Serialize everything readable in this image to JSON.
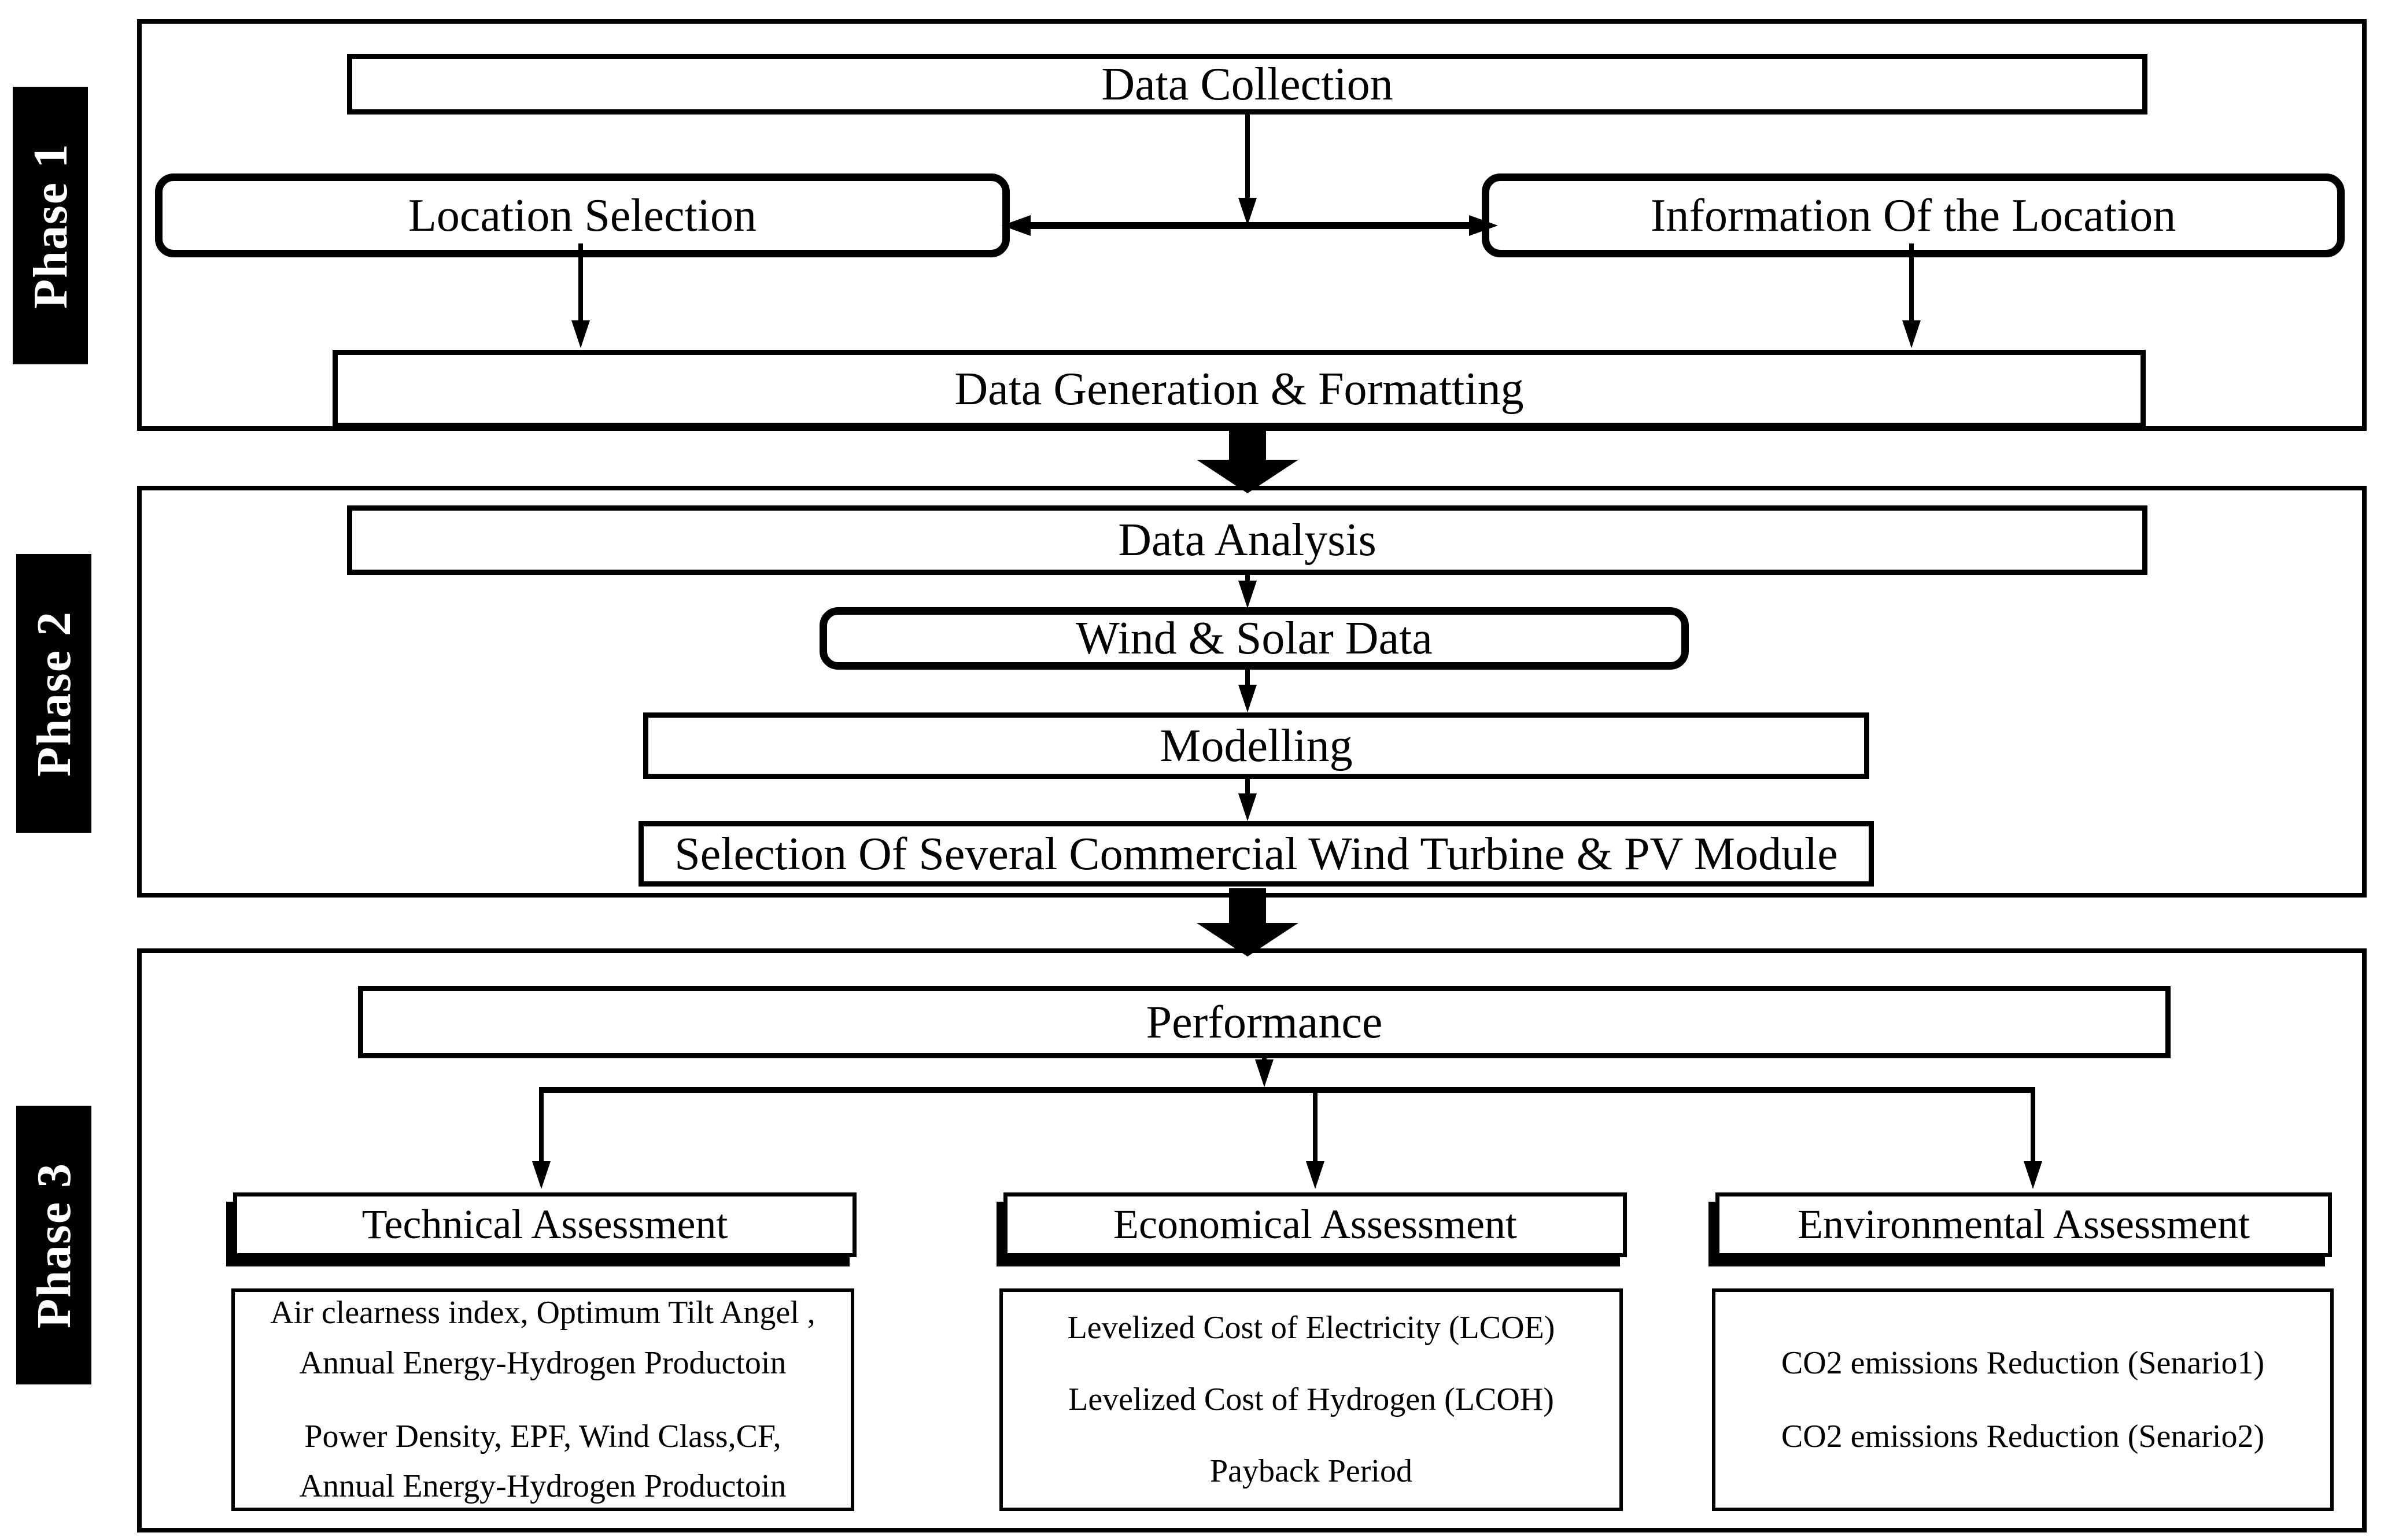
{
  "phase1": {
    "label": "Phase 1",
    "data_collection": "Data Collection",
    "location_selection": "Location Selection",
    "information_of_location": "Information Of the Location",
    "data_generation": "Data Generation & Formatting"
  },
  "phase2": {
    "label": "Phase 2",
    "data_analysis": "Data Analysis",
    "wind_solar_data": "Wind & Solar Data",
    "modelling": "Modelling",
    "selection": "Selection Of Several Commercial Wind Turbine & PV Module"
  },
  "phase3": {
    "label": "Phase 3",
    "performance": "Performance",
    "technical": {
      "title": "Technical Assessment",
      "para1_line1": "Air clearness index, Optimum Tilt Angel ,",
      "para1_line2": "Annual Energy-Hydrogen Productoin",
      "para2_line1": "Power Density, EPF, Wind Class,CF,",
      "para2_line2": "Annual Energy-Hydrogen Productoin"
    },
    "economical": {
      "title": "Economical Assessment",
      "items": [
        "Levelized Cost of Electricity (LCOE)",
        "Levelized Cost of Hydrogen (LCOH)",
        "Payback Period"
      ]
    },
    "environmental": {
      "title": "Environmental Assessment",
      "items": [
        "CO2 emissions Reduction (Senario1)",
        "CO2 emissions Reduction (Senario2)"
      ]
    }
  },
  "colors": {
    "line": "#000000",
    "background": "#ffffff",
    "phase_label_bg": "#000000",
    "phase_label_fg": "#ffffff"
  }
}
